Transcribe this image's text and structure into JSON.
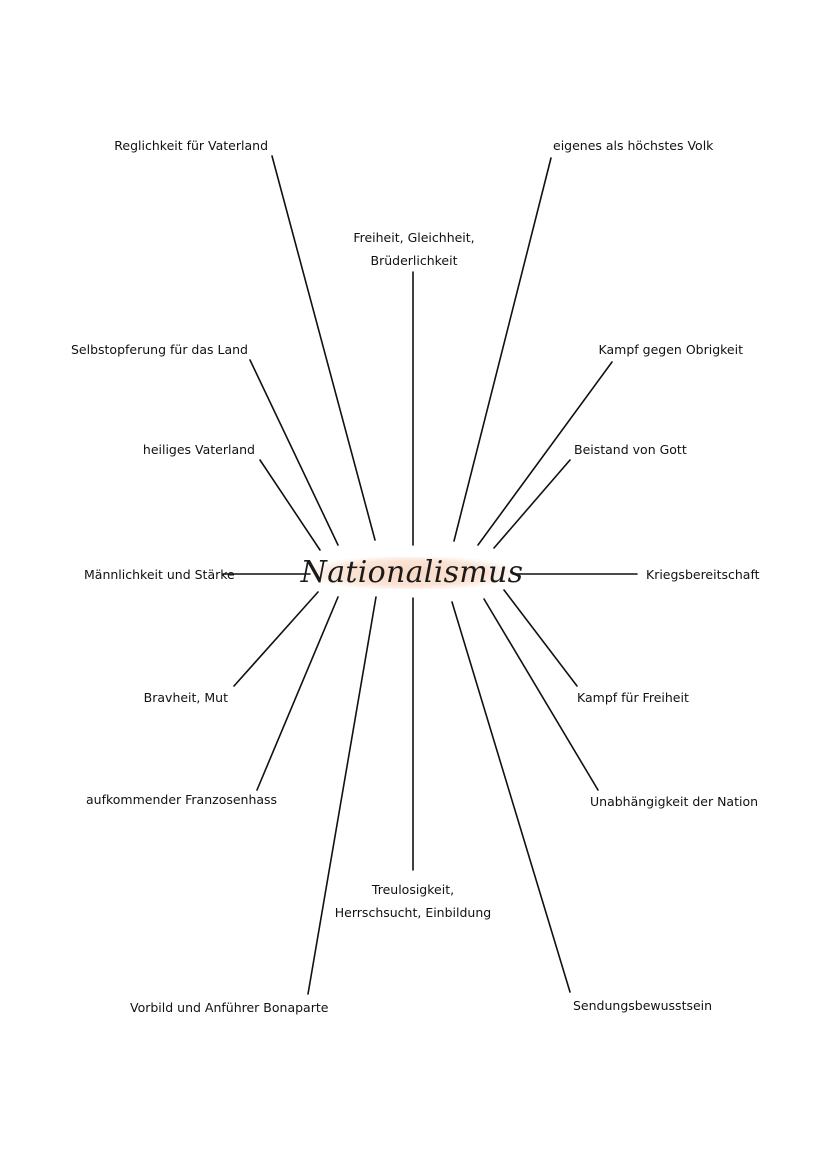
{
  "center": {
    "title": "Nationalismus",
    "highlight_color": "#f8d7c4"
  },
  "labels": {
    "reglichkeit": "Reglichkeit für Vaterland",
    "freiheit_gleichheit": "Freiheit, Gleichheit, Brüderlichkeit",
    "eigenes_volk": "eigenes als höchstes Volk",
    "selbstopferung": "Selbstopferung für das Land",
    "kampf_obrigkeit": "Kampf gegen Obrigkeit",
    "heiliges_vaterland": "heiliges Vaterland",
    "beistand_gott": "Beistand von Gott",
    "maennlichkeit": "Männlichkeit und Stärke",
    "kriegsbereitschaft": "Kriegsbereitschaft",
    "bravheit": "Bravheit, Mut",
    "kampf_freiheit": "Kampf für Freiheit",
    "franzosenhass": "aufkommender Franzosenhass",
    "unabhaengigkeit": "Unabhängigkeit der Nation",
    "treulosigkeit": "Treulosigkeit, Herrschsucht, Einbildung",
    "vorbild_bonaparte": "Vorbild und Anführer Bonaparte",
    "sendungsbewusstsein": "Sendungsbewusstsein"
  }
}
